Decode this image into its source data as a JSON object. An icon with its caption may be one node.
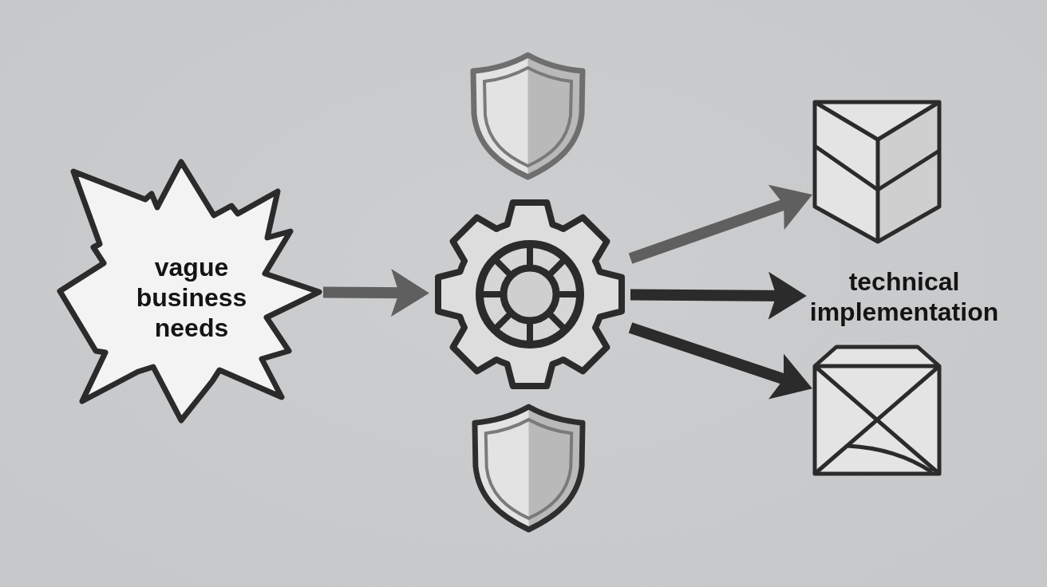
{
  "diagram": {
    "nodes": [
      {
        "text": [
          "vague business needs"
        ]
      },
      {
        "text": [],
        "shape": "shield"
      },
      {
        "text": [],
        "shape": "gear"
      },
      {
        "text": [],
        "shape": "shield"
      },
      {
        "text": [],
        "shape": "cube"
      },
      {
        "text": [
          "technical implementation"
        ]
      },
      {
        "text": [],
        "shape": "box"
      }
    ],
    "edges": [
      {
        "from": 0,
        "to": 2,
        "arrow": "to",
        "color": "#5f5f5f"
      },
      {
        "from": 2,
        "to": 4,
        "arrow": "to",
        "color": "#5f5f5f"
      },
      {
        "from": 2,
        "to": 5,
        "arrow": "to"
      },
      {
        "from": 2,
        "to": 6,
        "arrow": "to"
      }
    ]
  }
}
